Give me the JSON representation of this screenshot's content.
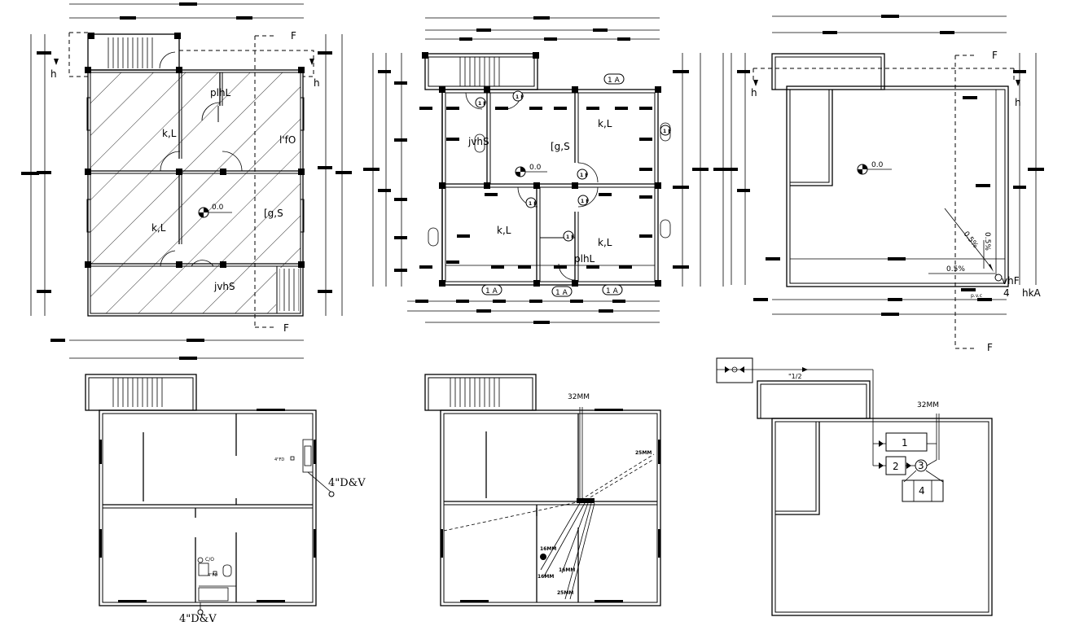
{
  "plan1": {
    "rooms": {
      "top": "plhL",
      "right_upper": "l'fO",
      "left_upper": "k,L",
      "left_lower": "k,L",
      "right_lower": "[g,S",
      "bottom": "jvhS"
    },
    "level": "0.0",
    "section_top": "F",
    "section_bottom": "F",
    "marker_left": "h",
    "marker_right": "h"
  },
  "plan2": {
    "rooms": {
      "c1": "jvhS",
      "c2": "[g,S",
      "c3": "k,L",
      "c4": "k,L",
      "c5": "k,L",
      "c6": "plhL"
    },
    "level": "0.0",
    "tags": [
      "1 A",
      "1 A",
      "1 A",
      "1 A"
    ],
    "door_marks": [
      "1 F",
      "1 F",
      "1 F",
      "1 F",
      "1 F",
      "1 F",
      "1 F"
    ]
  },
  "plan3": {
    "level": "0.0",
    "section_top": "F",
    "section_bottom": "F",
    "marker_left": "h",
    "marker_right": "h",
    "slopes": [
      "0.5%",
      "0.5%",
      "0.5%"
    ],
    "outlet_label": "vhF",
    "corner_num": "4",
    "corner_label": "hkA",
    "pvc": "p.v.c"
  },
  "plan4": {
    "fd_label": "4\"FD",
    "dv_top": "4\"D&V",
    "dv_bottom": "4\"D&V",
    "co_label": "C/O",
    "fd2_label": "4\"FD"
  },
  "plan5": {
    "main_pipe": "32MM",
    "pipe_labels": [
      "25MM",
      "16MM",
      "16MM",
      "16MM",
      "25MM"
    ]
  },
  "plan6": {
    "main_pipe": "32MM",
    "inlet": "\"1/2",
    "boxes": [
      "1",
      "2",
      "3",
      "4"
    ]
  }
}
